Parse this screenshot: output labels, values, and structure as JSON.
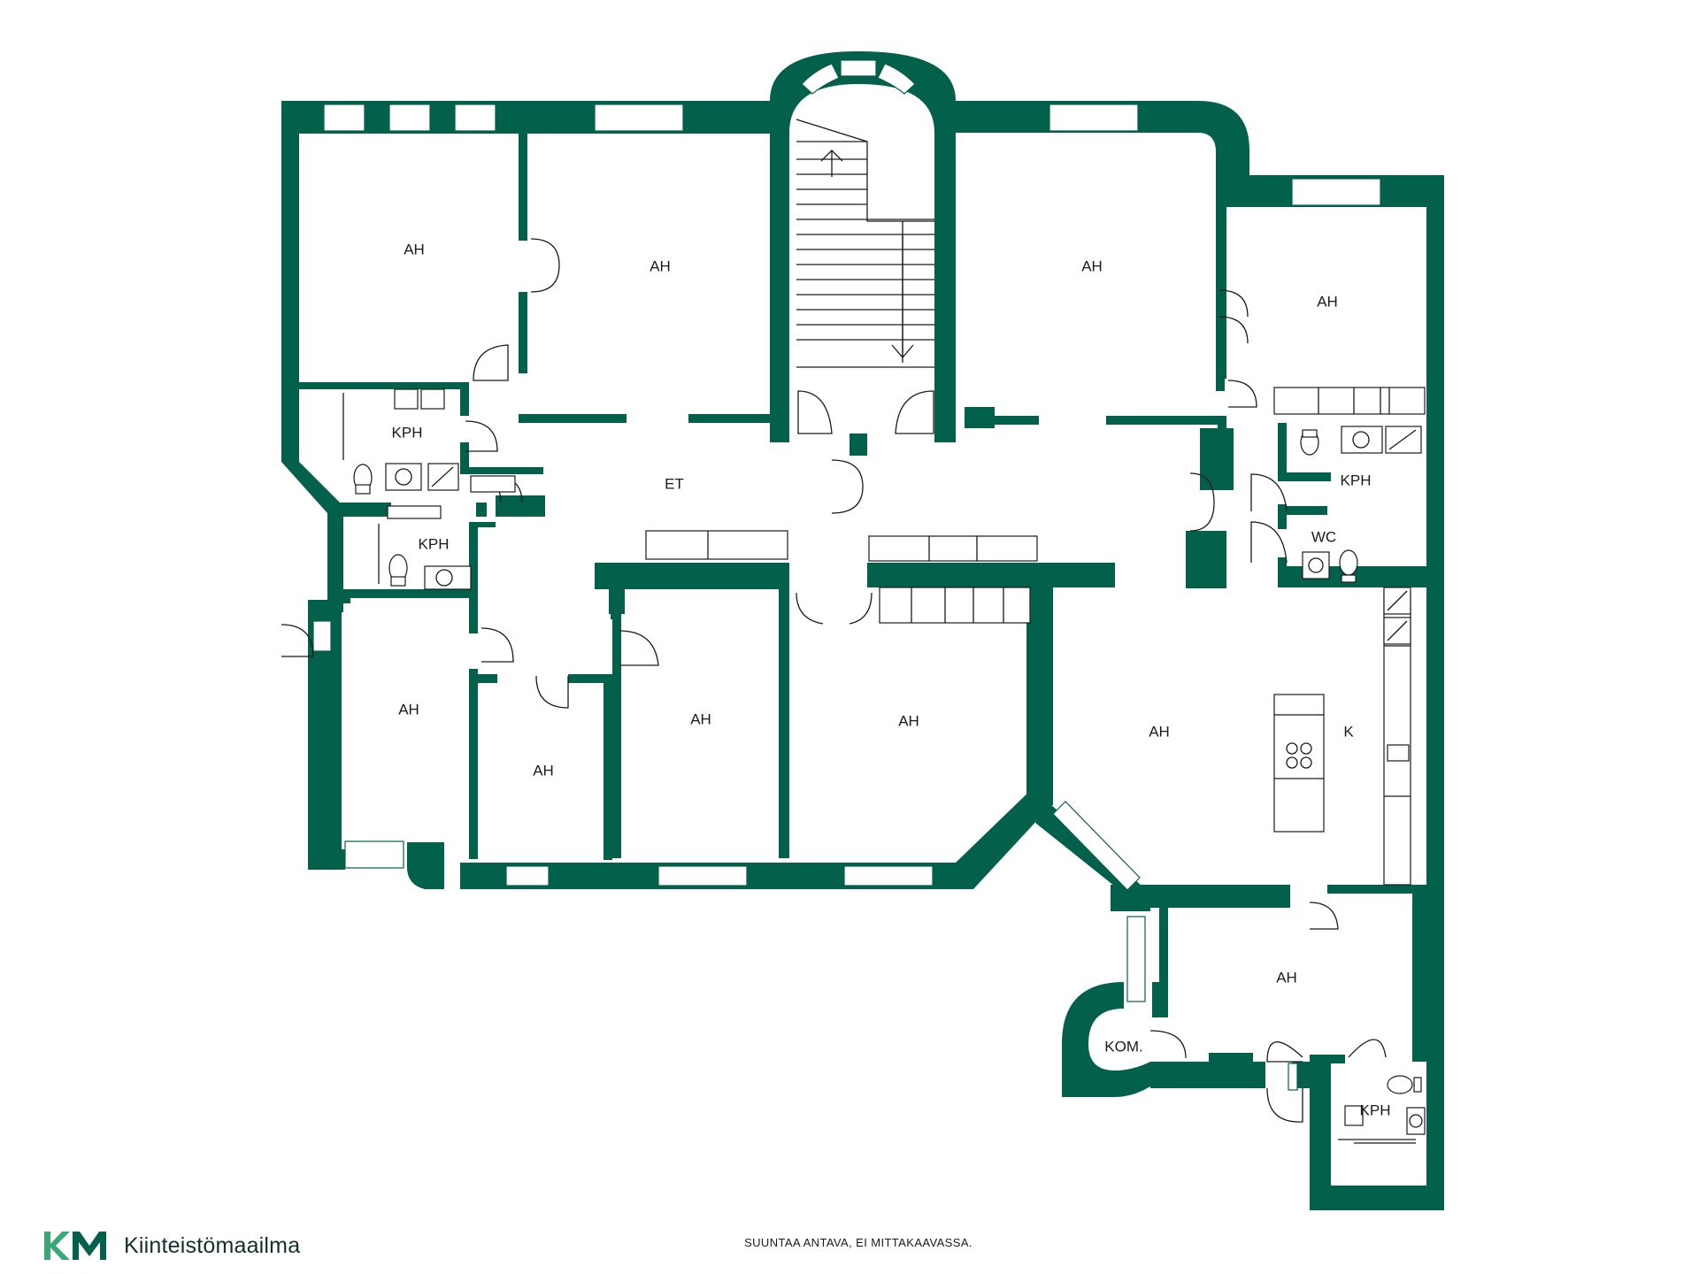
{
  "brand": {
    "name": "Kiinteistömaailma",
    "color": "#03604a",
    "accent": "#3aa876",
    "logo_icon": "km-logo-icon"
  },
  "disclaimer": "SUUNTAA ANTAVA, EI MITTAKAAVASSA.",
  "plan": {
    "wall_color": "#03604a",
    "rooms": [
      {
        "id": "ah-1",
        "label": "AH"
      },
      {
        "id": "ah-2",
        "label": "AH"
      },
      {
        "id": "ah-3",
        "label": "AH"
      },
      {
        "id": "ah-4",
        "label": "AH"
      },
      {
        "id": "kph-1",
        "label": "KPH"
      },
      {
        "id": "et",
        "label": "ET"
      },
      {
        "id": "kph-2",
        "label": "KPH"
      },
      {
        "id": "kph-3",
        "label": "KPH"
      },
      {
        "id": "wc",
        "label": "WC"
      },
      {
        "id": "ah-5",
        "label": "AH"
      },
      {
        "id": "ah-6",
        "label": "AH"
      },
      {
        "id": "ah-7",
        "label": "AH"
      },
      {
        "id": "ah-8",
        "label": "AH"
      },
      {
        "id": "ah-9",
        "label": "AH"
      },
      {
        "id": "k",
        "label": "K"
      },
      {
        "id": "ah-10",
        "label": "AH"
      },
      {
        "id": "kom",
        "label": "KOM."
      },
      {
        "id": "kph-4",
        "label": "KPH"
      }
    ]
  }
}
